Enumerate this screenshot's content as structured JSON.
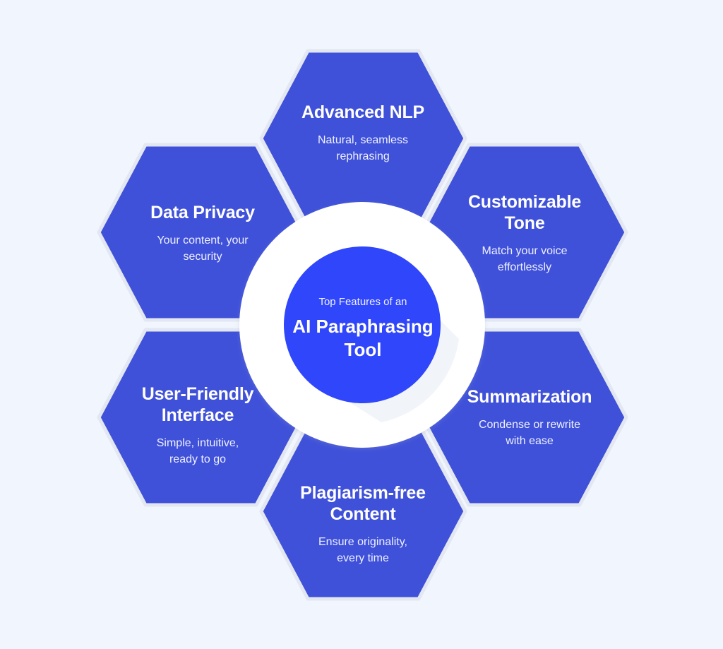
{
  "center": {
    "subtitle": "Top Features of an",
    "title": "AI Paraphrasing Tool"
  },
  "features": [
    {
      "title": "Advanced NLP",
      "description": "Natural, seamless rephrasing"
    },
    {
      "title": "Customizable Tone",
      "description": "Match your voice effortlessly"
    },
    {
      "title": "Summarization",
      "description": "Condense or rewrite with ease"
    },
    {
      "title": "Plagiarism-free Content",
      "description": "Ensure originality, every time"
    },
    {
      "title": "User-Friendly Interface",
      "description": "Simple, intuitive, ready to go"
    },
    {
      "title": "Data Privacy",
      "description": "Your content, your security"
    }
  ],
  "colors": {
    "background": "#f1f5fd",
    "hexagon": "#3f51d9",
    "hexagon_border": "#e3e7f1",
    "ring": "#ffffff",
    "center": "#2f46fb"
  }
}
